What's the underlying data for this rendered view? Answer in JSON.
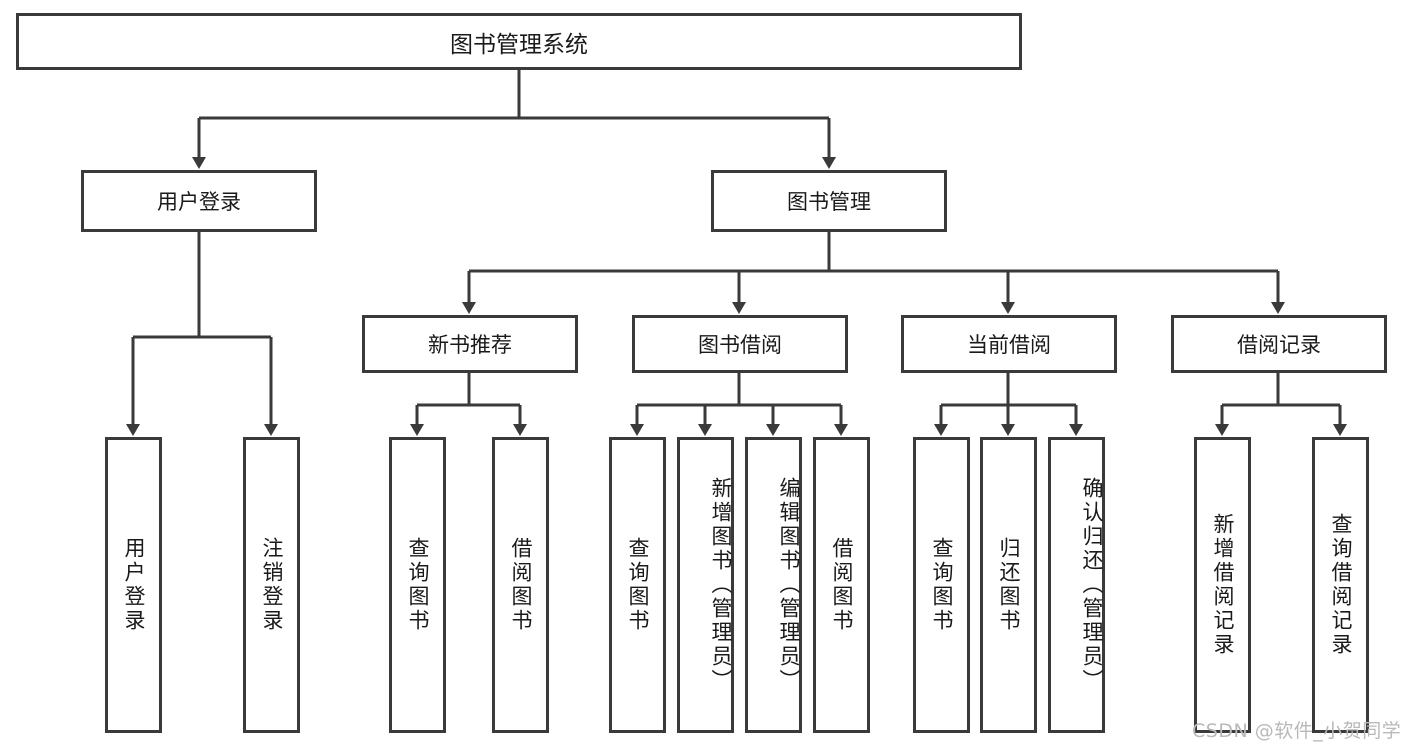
{
  "diagram": {
    "type": "tree-hierarchy",
    "title": "图书管理系统",
    "nodes": {
      "root": {
        "label": "图书管理系统",
        "level": 0
      },
      "user_login": {
        "label": "用户登录",
        "level": 1
      },
      "book_manage": {
        "label": "图书管理",
        "level": 1
      },
      "new_book_rec": {
        "label": "新书推荐",
        "level": 2
      },
      "book_borrow": {
        "label": "图书借阅",
        "level": 2
      },
      "current_borrow": {
        "label": "当前借阅",
        "level": 2
      },
      "borrow_record": {
        "label": "借阅记录",
        "level": 2
      },
      "leaf_user_login": {
        "label": "用户登录",
        "level": 3
      },
      "leaf_logout": {
        "label": "注销登录",
        "level": 3
      },
      "leaf_query_book_1": {
        "label": "查询图书",
        "level": 3
      },
      "leaf_borrow_book_1": {
        "label": "借阅图书",
        "level": 3
      },
      "leaf_query_book_2": {
        "label": "查询图书",
        "level": 3
      },
      "leaf_add_book": {
        "label": "新增图书（管理员）",
        "level": 3
      },
      "leaf_edit_book": {
        "label": "编辑图书（管理员）",
        "level": 3
      },
      "leaf_borrow_book_2": {
        "label": "借阅图书",
        "level": 3
      },
      "leaf_query_book_3": {
        "label": "查询图书",
        "level": 3
      },
      "leaf_return_book": {
        "label": "归还图书",
        "level": 3
      },
      "leaf_confirm_return": {
        "label": "确认归还（管理员）",
        "level": 3
      },
      "leaf_add_record": {
        "label": "新增借阅记录",
        "level": 3
      },
      "leaf_query_record": {
        "label": "查询借阅记录",
        "level": 3
      }
    },
    "colors": {
      "border": "#3a3a3a",
      "fill": "#ffffff",
      "text": "#1a1a1a",
      "watermark": "#b9b9b9"
    }
  },
  "watermark": {
    "text": "CSDN @软件_小贺同学"
  }
}
